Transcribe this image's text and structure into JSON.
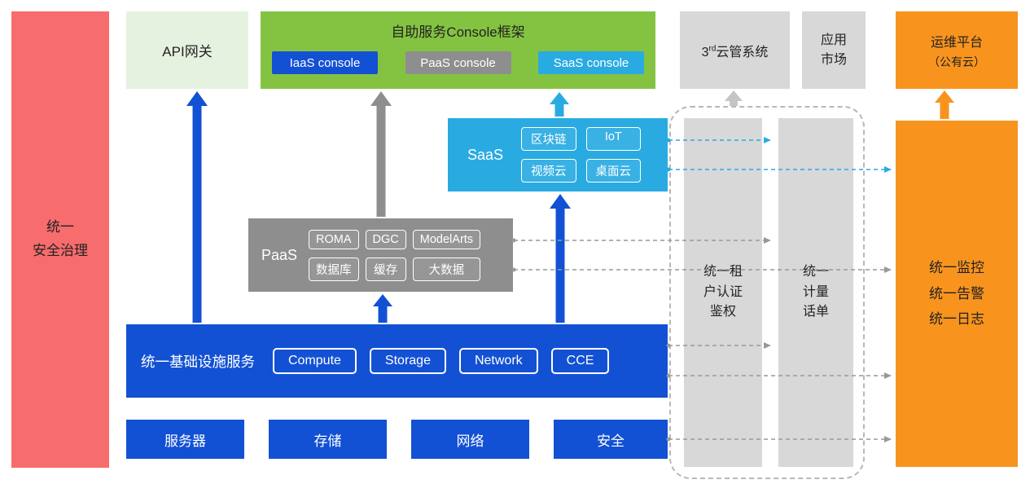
{
  "security_bar": {
    "label": "统一\n安全治理"
  },
  "api_gateway": {
    "label": "API网关"
  },
  "console": {
    "title": "自助服务Console框架",
    "iaas_button": "IaaS console",
    "paas_button": "PaaS console",
    "saas_button": "SaaS console"
  },
  "third_party_cms": {
    "prefix": "3",
    "sup": "rd",
    "suffix": "云管系统"
  },
  "app_market": {
    "label": "应用\n市场"
  },
  "om_platform": {
    "line1": "运维平台",
    "line2": "（公有云）"
  },
  "saas": {
    "label": "SaaS",
    "chips": [
      "区块链",
      "IoT",
      "视频云",
      "桌面云"
    ]
  },
  "paas": {
    "label": "PaaS",
    "chips": [
      "ROMA",
      "DGC",
      "ModelArts",
      "数据库",
      "缓存",
      "大数据"
    ]
  },
  "infrastructure": {
    "label": "统一基础设施服务",
    "chips": [
      "Compute",
      "Storage",
      "Network",
      "CCE"
    ]
  },
  "hardware": {
    "items": [
      "服务器",
      "存储",
      "网络",
      "安全"
    ]
  },
  "tenant_auth_bar": {
    "label": "统一租\n户认证\n鉴权"
  },
  "metering_bar": {
    "label": "统一\n计量\n话单"
  },
  "monitor_bar": {
    "label": "统一监控\n统一告警\n统一日志"
  },
  "colors": {
    "blue": "#1351D4",
    "green": "#84C341",
    "pale_green": "#E5F2E0",
    "cyan": "#29ABE2",
    "gray_box": "#8E8E8E",
    "light_gray": "#D8D8D8",
    "orange": "#F8941E",
    "red": "#F76C6C",
    "dash_gray": "#999999",
    "arrow_light_gray": "#C5C5C5",
    "text_dark": "#222222"
  }
}
